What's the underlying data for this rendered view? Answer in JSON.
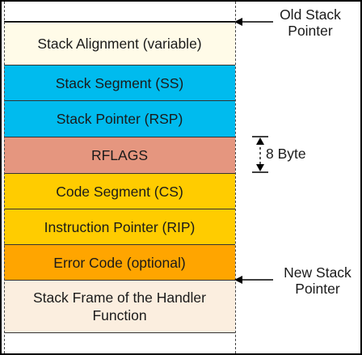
{
  "stack_cells": [
    {
      "name": "stack-alignment",
      "label": "Stack Alignment (variable)",
      "color": "#fffbe8"
    },
    {
      "name": "stack-segment",
      "label": "Stack Segment (SS)",
      "color": "#00bbee"
    },
    {
      "name": "stack-pointer",
      "label": "Stack Pointer (RSP)",
      "color": "#00bbee"
    },
    {
      "name": "rflags",
      "label": "RFLAGS",
      "color": "#e5967f"
    },
    {
      "name": "code-segment",
      "label": "Code Segment (CS)",
      "color": "#ffcc00"
    },
    {
      "name": "instruction-pointer",
      "label": "Instruction Pointer (RIP)",
      "color": "#ffcc00"
    },
    {
      "name": "error-code",
      "label": "Error Code (optional)",
      "color": "#ffa500"
    },
    {
      "name": "handler-stack-frame",
      "label": "Stack Frame of the Handler Function",
      "color": "#fbeedf"
    }
  ],
  "annotations": {
    "old_stack_pointer_line1": "Old Stack",
    "old_stack_pointer_line2": "Pointer",
    "size_label": "8 Byte",
    "new_stack_pointer_line1": "New Stack",
    "new_stack_pointer_line2": "Pointer"
  }
}
